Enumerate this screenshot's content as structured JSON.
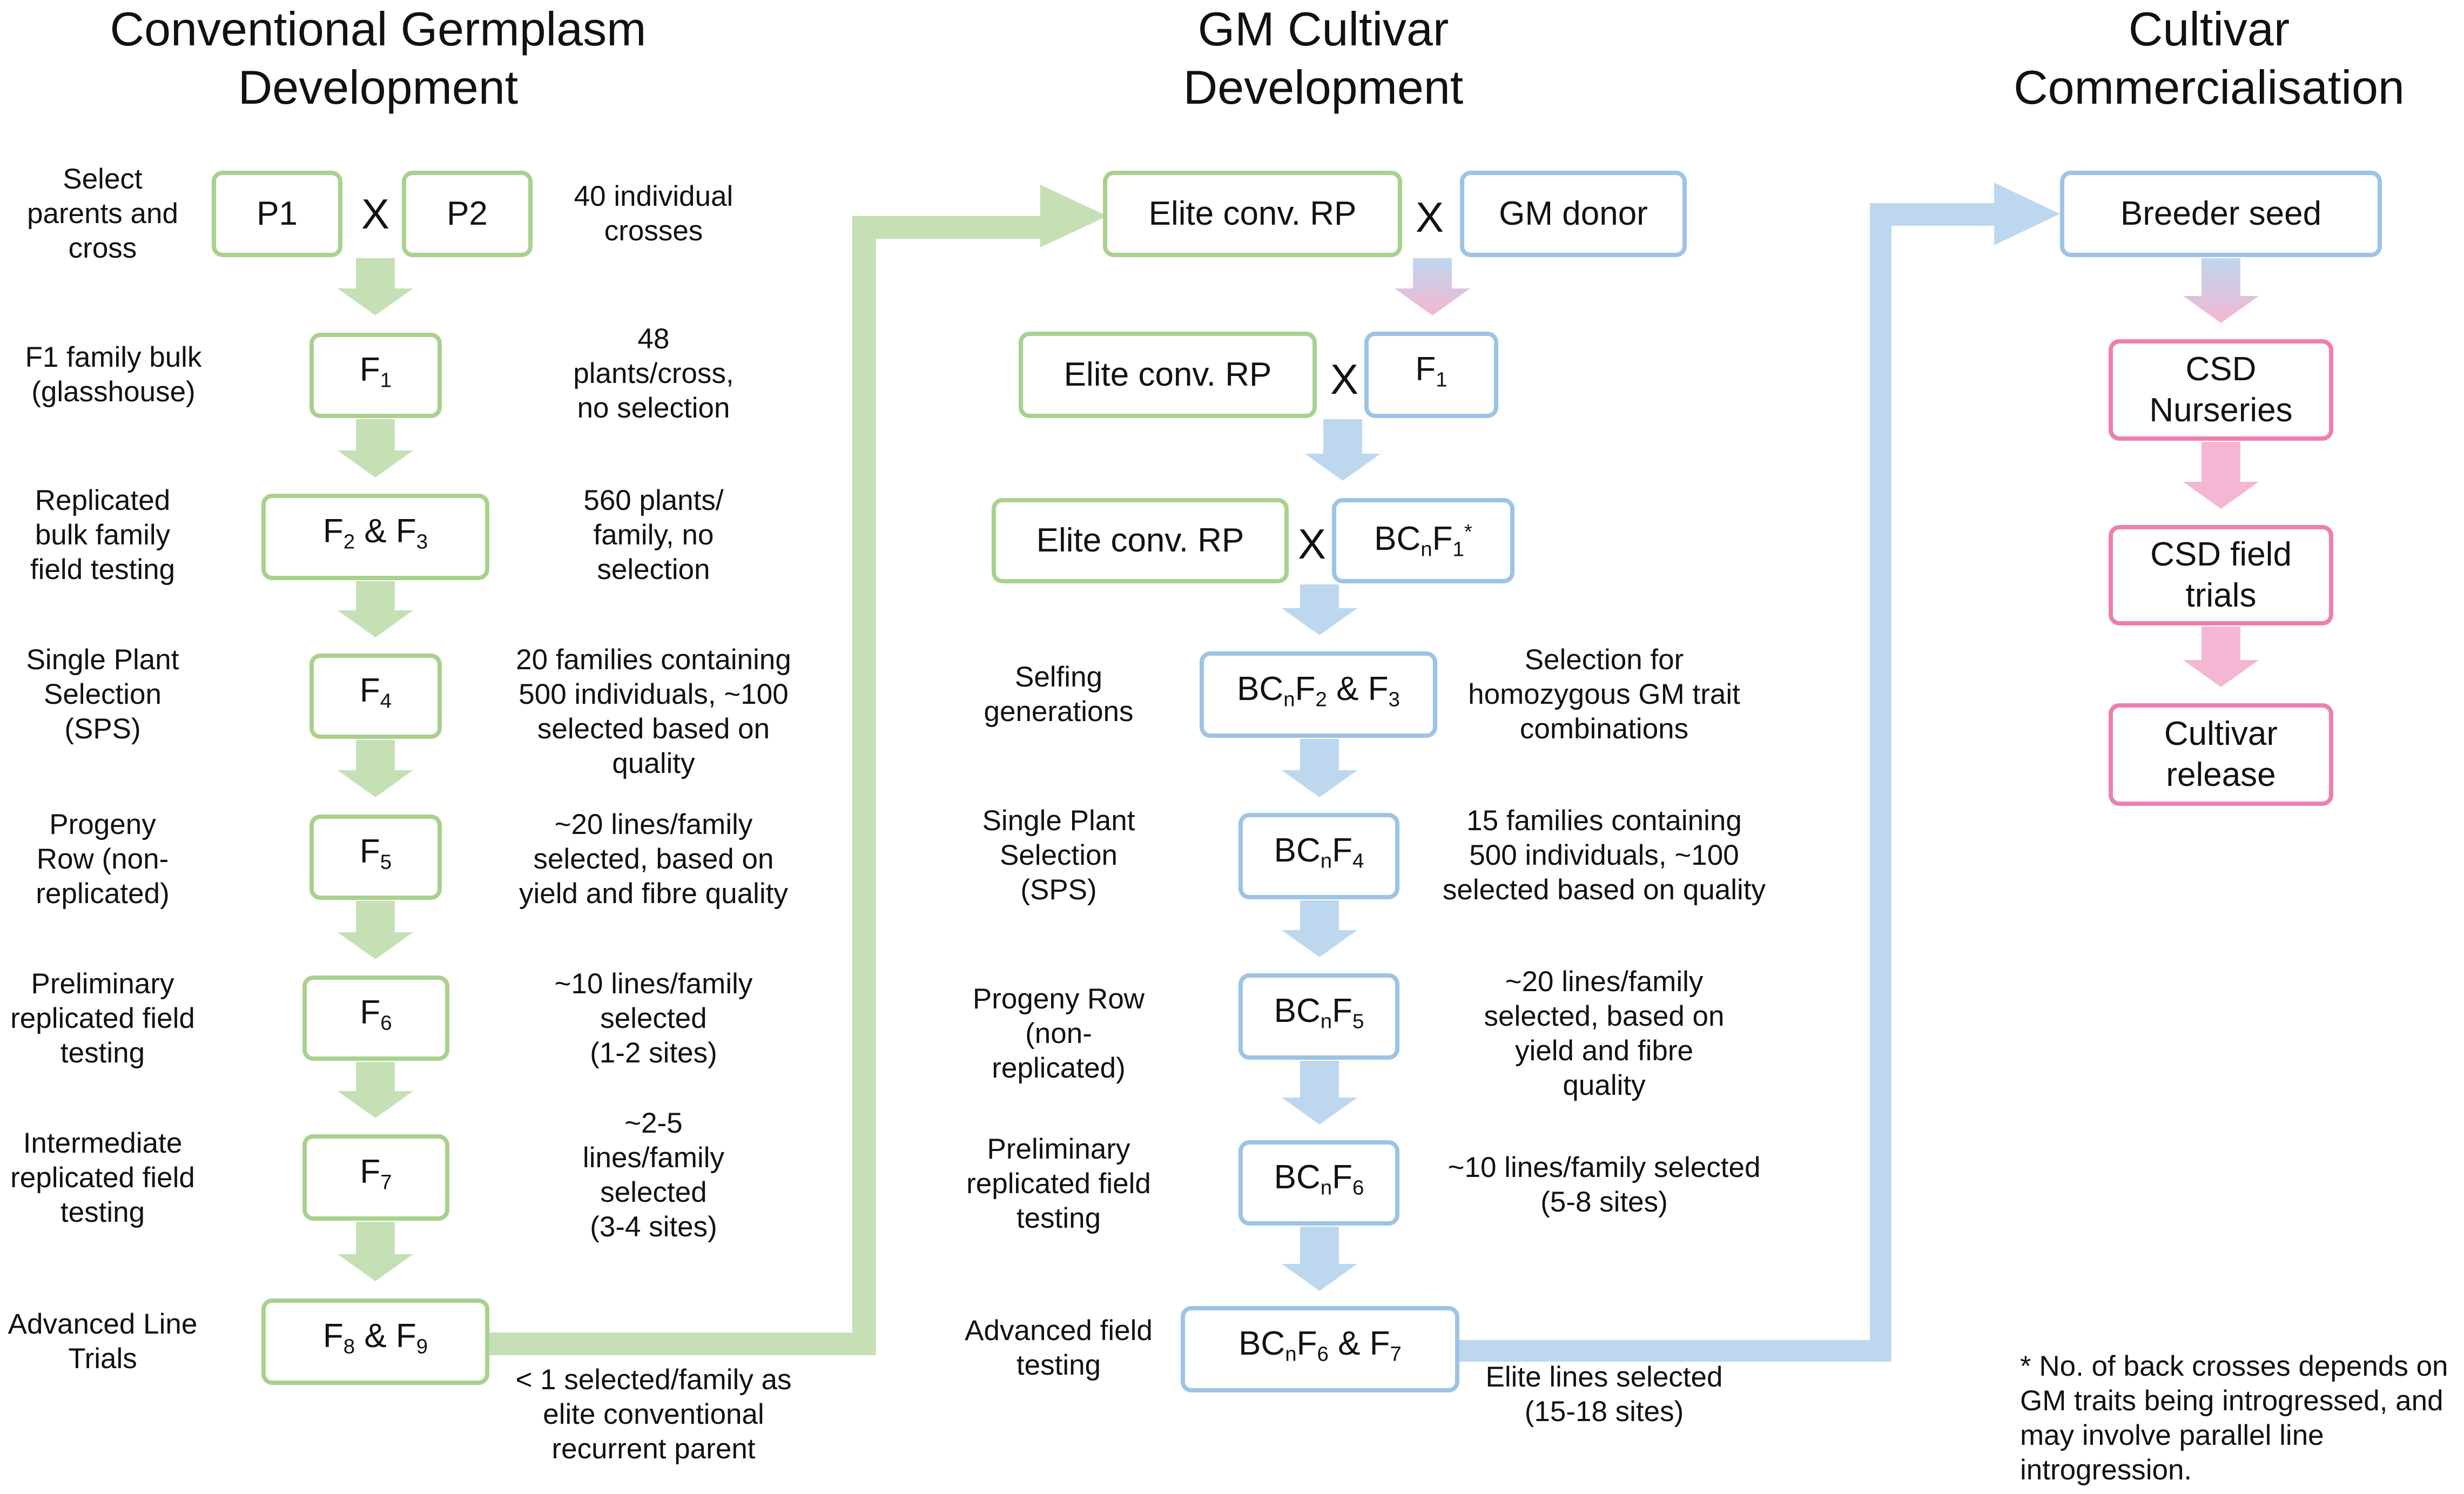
{
  "headers": {
    "conventional": "Conventional Germplasm\nDevelopment",
    "gm": "GM Cultivar\nDevelopment",
    "commercial": "Cultivar\nCommercialisation"
  },
  "cross_symbol": "X",
  "conventional": {
    "left_labels": [
      "Select\nparents and\ncross",
      "F1 family bulk\n(glasshouse)",
      "Replicated\nbulk family\nfield testing",
      "Single Plant\nSelection\n(SPS)",
      "Progeny\nRow (non-\nreplicated)",
      "Preliminary\nreplicated field\ntesting",
      "Intermediate\nreplicated field\ntesting",
      "Advanced Line\nTrials"
    ],
    "right_notes": [
      "40 individual\ncrosses",
      "48\nplants/cross,\nno selection",
      "560 plants/\nfamily, no\nselection",
      "20 families containing\n500 individuals, ~100\nselected based on\nquality",
      "~20 lines/family\nselected, based on\nyield and fibre quality",
      "~10 lines/family\nselected\n(1-2 sites)",
      "~2-5\nlines/family\nselected\n(3-4 sites)",
      "< 1 selected/family as\nelite conventional\nrecurrent parent"
    ],
    "boxes": {
      "p1": "P1",
      "p2": "P2",
      "f1": [
        "F",
        "1"
      ],
      "f23": [
        "F",
        "2",
        " & F",
        "3"
      ],
      "f4": [
        "F",
        "4"
      ],
      "f5": [
        "F",
        "5"
      ],
      "f6": [
        "F",
        "6"
      ],
      "f7": [
        "F",
        "7"
      ],
      "f89": [
        "F",
        "8",
        " & F",
        "9"
      ]
    }
  },
  "gm": {
    "elite_label": "Elite conv. RP",
    "gm_donor": "GM donor",
    "f1": [
      "F",
      "1"
    ],
    "bcf1": [
      "BC",
      "n",
      "F",
      "1"
    ],
    "bcf1_star": "*",
    "bcf23": [
      "BC",
      "n",
      "F",
      "2",
      " & F",
      "3"
    ],
    "bcf4": [
      "BC",
      "n",
      "F",
      "4"
    ],
    "bcf5": [
      "BC",
      "n",
      "F",
      "5"
    ],
    "bcf6": [
      "BC",
      "n",
      "F",
      "6"
    ],
    "bcf67": [
      "BC",
      "n",
      "F",
      "6",
      " & F",
      "7"
    ],
    "left_labels": [
      "Selfing\ngenerations",
      "Single Plant\nSelection\n(SPS)",
      "Progeny Row\n(non-\nreplicated)",
      "Preliminary\nreplicated field\ntesting",
      "Advanced field\ntesting"
    ],
    "right_notes": [
      "Selection for\nhomozygous GM trait\ncombinations",
      "15 families containing\n500 individuals, ~100\nselected based on quality",
      "~20 lines/family\nselected, based on\nyield and fibre\nquality",
      "~10 lines/family selected\n(5-8 sites)",
      "Elite lines selected\n(15-18 sites)"
    ]
  },
  "commercial": {
    "breeder_seed": "Breeder seed",
    "csd_nurseries": "CSD\nNurseries",
    "csd_field_trials": "CSD field\ntrials",
    "cultivar_release": "Cultivar\nrelease"
  },
  "footnote": "* No. of back crosses depends on\nGM traits being introgressed, and\nmay involve parallel line\nintrogression.",
  "colors": {
    "green_border": "#a9d18e",
    "green_arrow": "#c5e0b4",
    "blue_border": "#9dc3e6",
    "blue_arrow": "#bdd7ee",
    "pink_border": "#ec7fb0",
    "pink_arrow": "#f4b6d2"
  }
}
